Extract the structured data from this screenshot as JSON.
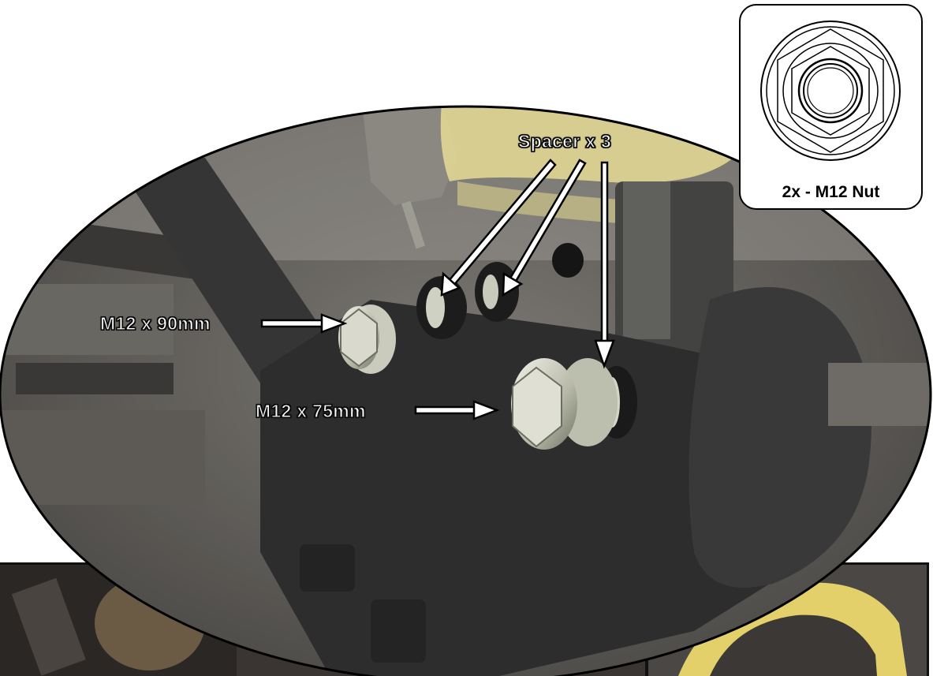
{
  "inset": {
    "caption": "2x - M12 Nut",
    "icon": "hex-nut-icon"
  },
  "callouts": {
    "spacer": "Spacer x 3",
    "bolt_long": "M12 x 90mm",
    "bolt_short": "M12 x 75mm"
  },
  "colors": {
    "spring": "#e8d77a",
    "bracket": "#141414",
    "arrow_fill": "#ffffff",
    "outline": "#000000"
  }
}
